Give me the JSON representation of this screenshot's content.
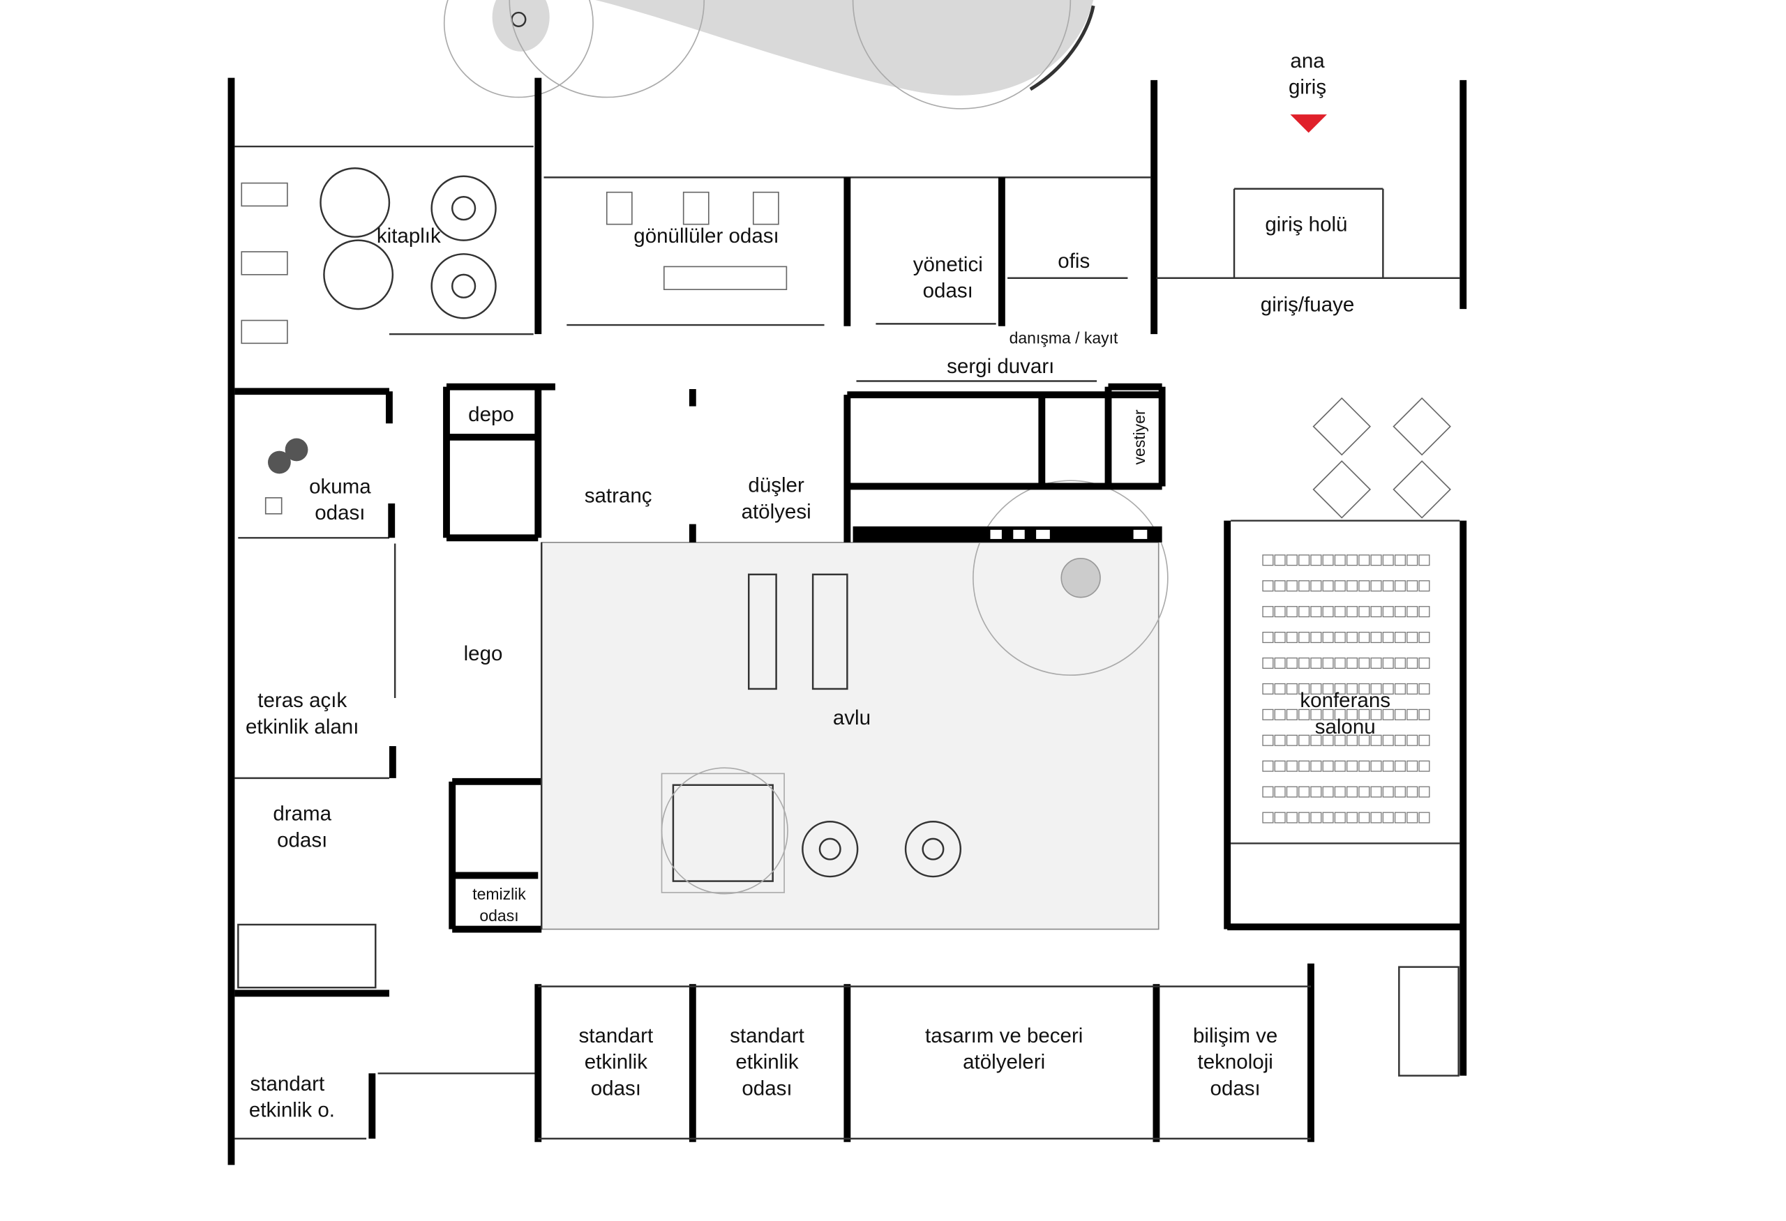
{
  "plan": {
    "entrance": {
      "line1": "ana",
      "line2": "giriş",
      "marker_color": "#e0202a"
    },
    "rooms": {
      "giris_holu": "giriş holü",
      "giris_fuaye": "giriş/fuaye",
      "kitaplik": "kitaplık",
      "gonulluler": "gönüllüler odası",
      "yonetici": [
        "yönetici",
        "odası"
      ],
      "ofis": "ofis",
      "danisma": "danışma / kayıt",
      "sergi": "sergi duvarı",
      "depo": "depo",
      "vestiyer": "vestiyer",
      "okuma": [
        "okuma",
        "odası"
      ],
      "satranc": "satranç",
      "dusler": [
        "düşler",
        "atölyesi"
      ],
      "lego": "lego",
      "teras": [
        "teras açık",
        "etkinlik alanı"
      ],
      "avlu": "avlu",
      "konferans": [
        "konferans",
        "salonu"
      ],
      "drama": [
        "drama",
        "odası"
      ],
      "temizlik": [
        "temizlik",
        "odası"
      ],
      "standart1": [
        "standart",
        "etkinlik",
        "odası"
      ],
      "standart2": [
        "standart",
        "etkinlik",
        "odası"
      ],
      "tasarim": [
        "tasarım ve beceri",
        "atölyeleri"
      ],
      "bilisim": [
        "bilişim ve",
        "teknoloji",
        "odası"
      ],
      "standart3": [
        "standart",
        "etkinlik o."
      ]
    },
    "colors": {
      "courtyard": "#f2f2f2",
      "garden": "#d9d9d9",
      "wall": "#000000"
    }
  }
}
